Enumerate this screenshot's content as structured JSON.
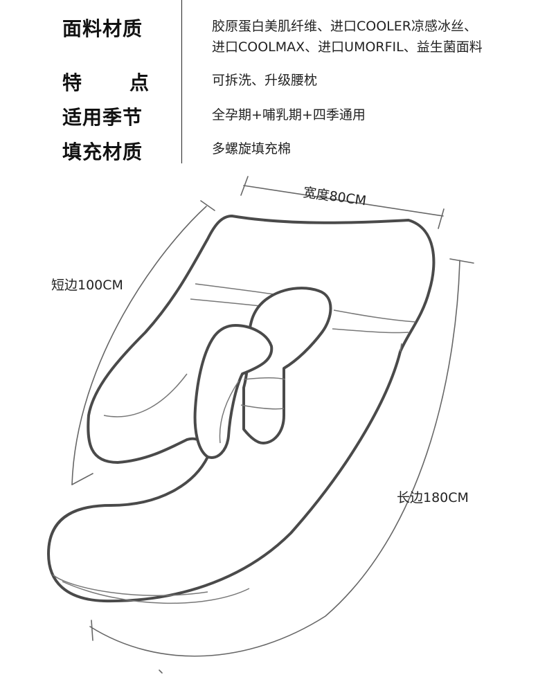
{
  "specs": {
    "material_label": "面料材质",
    "material_value_line1": "胶原蛋白美肌纤维、进口COOLER凉感冰丝、",
    "material_value_line2": "进口COOLMAX、进口UMORFIL、益生菌面料",
    "feature_label_a": "特",
    "feature_label_b": "点",
    "feature_value": "可拆洗、升级腰枕",
    "season_label": "适用季节",
    "season_value": "全孕期+哺乳期+四季通用",
    "filling_label": "填充材质",
    "filling_value": "多螺旋填充棉"
  },
  "dimensions": {
    "width": "宽度80CM",
    "short_side": "短边100CM",
    "long_side": "长边180CM"
  }
}
